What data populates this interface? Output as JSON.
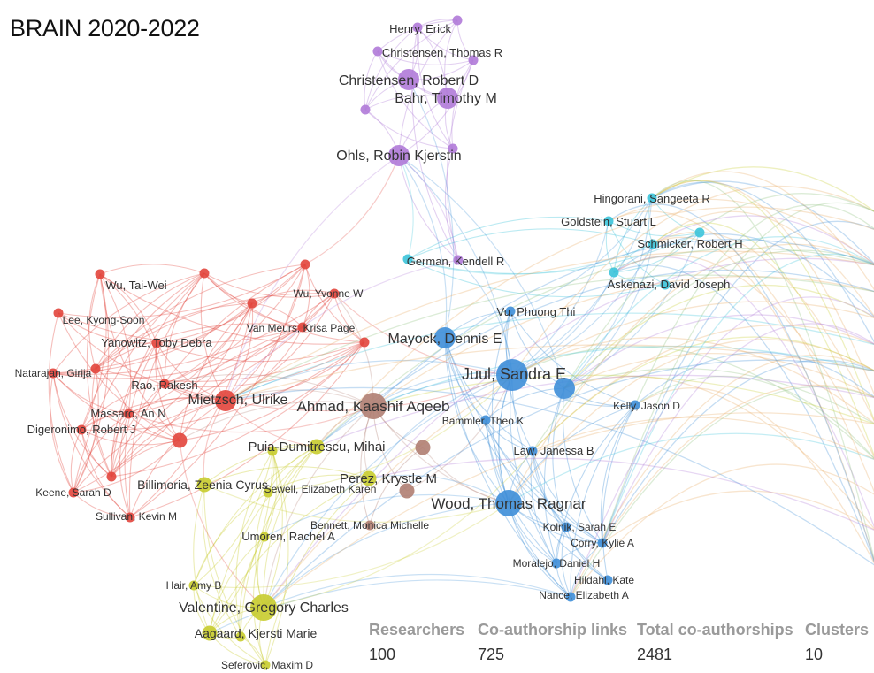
{
  "title": "BRAIN 2020-2022",
  "colors": {
    "red": "#e2453c",
    "purple": "#b07ad8",
    "cyan": "#3cc4da",
    "blue": "#3e8ed8",
    "yellow": "#c8cc2e",
    "brown": "#b07e72",
    "orange": "#e8a860",
    "green": "#8cc07a"
  },
  "nodes": [
    {
      "id": "henry",
      "label": "Henry, Erick",
      "c": "purple",
      "s": 1
    },
    {
      "id": "chr_t",
      "label": "Christensen, Thomas R",
      "c": "purple",
      "s": 1
    },
    {
      "id": "chr_r",
      "label": "Christensen, Robert D",
      "c": "purple",
      "s": 3
    },
    {
      "id": "bahr",
      "label": "Bahr, Timothy M",
      "c": "purple",
      "s": 3
    },
    {
      "id": "ohls",
      "label": "Ohls, Robin Kjerstin",
      "c": "purple",
      "s": 3
    },
    {
      "id": "p1",
      "label": "",
      "c": "purple",
      "s": 1
    },
    {
      "id": "p2",
      "label": "",
      "c": "purple",
      "s": 1
    },
    {
      "id": "p3",
      "label": "",
      "c": "purple",
      "s": 1
    },
    {
      "id": "p4",
      "label": "",
      "c": "purple",
      "s": 1
    },
    {
      "id": "german",
      "label": "German, Kendell R",
      "c": "purple",
      "s": 1
    },
    {
      "id": "hing",
      "label": "Hingorani, Sangeeta R",
      "c": "cyan",
      "s": 1
    },
    {
      "id": "gold",
      "label": "Goldstein, Stuart L",
      "c": "cyan",
      "s": 1
    },
    {
      "id": "schm",
      "label": "Schmicker, Robert H",
      "c": "cyan",
      "s": 1
    },
    {
      "id": "aske",
      "label": "Askenazi, David Joseph",
      "c": "cyan",
      "s": 1
    },
    {
      "id": "c1",
      "label": "",
      "c": "cyan",
      "s": 1
    },
    {
      "id": "c2",
      "label": "",
      "c": "cyan",
      "s": 1
    },
    {
      "id": "c3",
      "label": "",
      "c": "cyan",
      "s": 1
    },
    {
      "id": "vu",
      "label": "Vu, Phuong Thi",
      "c": "blue",
      "s": 1
    },
    {
      "id": "mayock",
      "label": "Mayock, Dennis E",
      "c": "blue",
      "s": 3
    },
    {
      "id": "juul",
      "label": "Juul, Sandra E",
      "c": "blue",
      "s": 5
    },
    {
      "id": "b1",
      "label": "",
      "c": "blue",
      "s": 3
    },
    {
      "id": "kelly",
      "label": "Kelly, Jason D",
      "c": "blue",
      "s": 1
    },
    {
      "id": "bammler",
      "label": "Bammler, Theo K",
      "c": "blue",
      "s": 1
    },
    {
      "id": "law",
      "label": "Law, Janessa B",
      "c": "blue",
      "s": 1
    },
    {
      "id": "wood",
      "label": "Wood, Thomas Ragnar",
      "c": "blue",
      "s": 4
    },
    {
      "id": "kolnik",
      "label": "Kolnik, Sarah E",
      "c": "blue",
      "s": 1
    },
    {
      "id": "corry",
      "label": "Corry, Kylie A",
      "c": "blue",
      "s": 1
    },
    {
      "id": "moralejo",
      "label": "Moralejo, Daniel H",
      "c": "blue",
      "s": 1
    },
    {
      "id": "hildahl",
      "label": "Hildahl, Kate",
      "c": "blue",
      "s": 1
    },
    {
      "id": "nance",
      "label": "Nance, Elizabeth A",
      "c": "blue",
      "s": 1
    },
    {
      "id": "wu_t",
      "label": "Wu, Tai-Wei",
      "c": "red",
      "s": 1
    },
    {
      "id": "lee",
      "label": "Lee, Kyong-Soon",
      "c": "red",
      "s": 1
    },
    {
      "id": "yan",
      "label": "Yanowitz, Toby Debra",
      "c": "red",
      "s": 1
    },
    {
      "id": "nat",
      "label": "Natarajan, Girija",
      "c": "red",
      "s": 1
    },
    {
      "id": "rao",
      "label": "Rao, Rakesh",
      "c": "red",
      "s": 1
    },
    {
      "id": "mietz",
      "label": "Mietzsch, Ulrike",
      "c": "red",
      "s": 3
    },
    {
      "id": "massaro",
      "label": "Massaro, An N",
      "c": "red",
      "s": 1
    },
    {
      "id": "diger",
      "label": "Digeronimo, Robert J",
      "c": "red",
      "s": 1
    },
    {
      "id": "keene",
      "label": "Keene, Sarah D",
      "c": "red",
      "s": 1
    },
    {
      "id": "sullivan",
      "label": "Sullivan, Kevin M",
      "c": "red",
      "s": 1
    },
    {
      "id": "wu_y",
      "label": "Wu, Yvonne W",
      "c": "red",
      "s": 1
    },
    {
      "id": "vanm",
      "label": "Van Meurs, Krisa Page",
      "c": "red",
      "s": 1
    },
    {
      "id": "r1",
      "label": "",
      "c": "red",
      "s": 1
    },
    {
      "id": "r2",
      "label": "",
      "c": "red",
      "s": 1
    },
    {
      "id": "r3",
      "label": "",
      "c": "red",
      "s": 1
    },
    {
      "id": "r4",
      "label": "",
      "c": "red",
      "s": 1
    },
    {
      "id": "r5",
      "label": "",
      "c": "red",
      "s": 2
    },
    {
      "id": "r6",
      "label": "",
      "c": "red",
      "s": 1
    },
    {
      "id": "r7",
      "label": "",
      "c": "red",
      "s": 1
    },
    {
      "id": "ahmad",
      "label": "Ahmad, Kaashif Aqeeb",
      "c": "brown",
      "s": 4
    },
    {
      "id": "br1",
      "label": "",
      "c": "brown",
      "s": 2
    },
    {
      "id": "br2",
      "label": "",
      "c": "brown",
      "s": 2
    },
    {
      "id": "puia",
      "label": "Puia-Dumitrescu, Mihai",
      "c": "yellow",
      "s": 2
    },
    {
      "id": "perez",
      "label": "Perez, Krystle M",
      "c": "yellow",
      "s": 2
    },
    {
      "id": "bill",
      "label": "Billimoria, Zeenia Cyrus",
      "c": "yellow",
      "s": 2
    },
    {
      "id": "sewell",
      "label": "Sewell, Elizabeth Karen",
      "c": "yellow",
      "s": 1
    },
    {
      "id": "bennett",
      "label": "Bennett, Monica Michelle",
      "c": "brown",
      "s": 1
    },
    {
      "id": "umoren",
      "label": "Umoren, Rachel A",
      "c": "yellow",
      "s": 1
    },
    {
      "id": "hair",
      "label": "Hair, Amy B",
      "c": "yellow",
      "s": 1
    },
    {
      "id": "valentine",
      "label": "Valentine, Gregory Charles",
      "c": "yellow",
      "s": 4
    },
    {
      "id": "aagaard",
      "label": "Aagaard, Kjersti Marie",
      "c": "yellow",
      "s": 2
    },
    {
      "id": "seferovic",
      "label": "Seferovic, Maxim D",
      "c": "yellow",
      "s": 1
    },
    {
      "id": "y1",
      "label": "",
      "c": "yellow",
      "s": 1
    },
    {
      "id": "y2",
      "label": "",
      "c": "yellow",
      "s": 1
    }
  ],
  "stats": [
    {
      "label": "Researchers",
      "value": "100"
    },
    {
      "label": "Co-authorship links",
      "value": "725"
    },
    {
      "label": "Total co-authorships",
      "value": "2481"
    },
    {
      "label": "Clusters",
      "value": "10"
    }
  ]
}
